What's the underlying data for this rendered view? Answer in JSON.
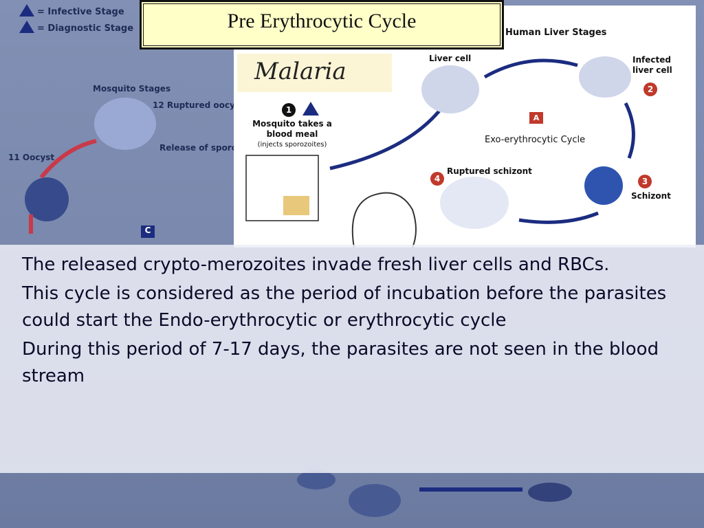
{
  "title": "Pre Erythrocytic Cycle",
  "legend": {
    "infective": "= Infective Stage",
    "diagnostic": "= Diagnostic Stage"
  },
  "diagram": {
    "malaria": "Malaria",
    "mosquito_stages": "Mosquito Stages",
    "ruptured_oocyst": "Ruptured oocyst",
    "release_sporozoites": "Release of sporozoites",
    "oocyst": "Oocyst",
    "oocyst_num": "11",
    "ruptured_num": "12",
    "mosq_num": "1",
    "mosquito_takes": "Mosquito takes a blood meal",
    "injects": "(injects sporozoites)",
    "human_liver_stages": "Human Liver Stages",
    "liver_cell": "Liver cell",
    "infected_liver_cell": "Infected liver cell",
    "num2": "2",
    "exo_cycle": "Exo-erythrocytic Cycle",
    "badge_a": "A",
    "badge_c": "C",
    "ruptured_schizont": "Ruptured schizont",
    "num4": "4",
    "schizont": "Schizont",
    "num3": "3"
  },
  "paragraphs": [
    "The released crypto-merozoites invade fresh liver cells and RBCs.",
    "This cycle is considered as the period of incubation before the parasites could start the Endo-erythrocytic  or erythrocytic cycle",
    "During this period of 7-17 days, the parasites are not seen in the blood stream"
  ],
  "colors": {
    "title_bg": "#ffffc8",
    "text": "#0a0a28",
    "arrow_blue": "#1b2c80",
    "arrow_red": "#c83a4a"
  }
}
